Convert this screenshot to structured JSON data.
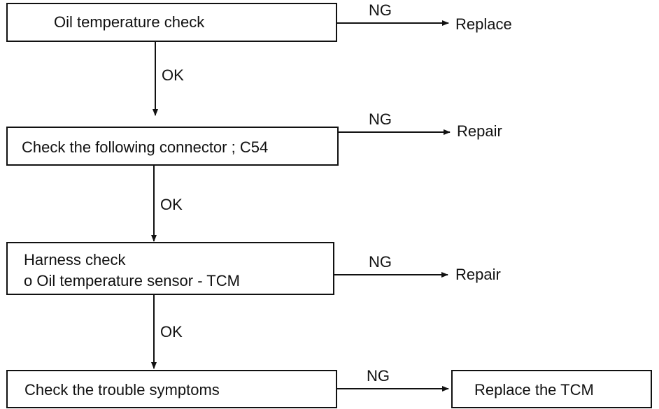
{
  "steps": [
    {
      "lines": [
        "Oil temperature check"
      ],
      "ng_label": "NG",
      "ng_result": "Replace",
      "ok_label": "OK"
    },
    {
      "lines": [
        "Check the following connector ; C54"
      ],
      "ng_label": "NG",
      "ng_result": "Repair",
      "ok_label": "OK"
    },
    {
      "lines": [
        "Harness check",
        "o Oil temperature sensor - TCM"
      ],
      "ng_label": "NG",
      "ng_result": "Repair",
      "ok_label": "OK"
    },
    {
      "lines": [
        "Check the trouble symptoms"
      ],
      "ng_label": "NG",
      "ng_result": "Replace the TCM"
    }
  ]
}
